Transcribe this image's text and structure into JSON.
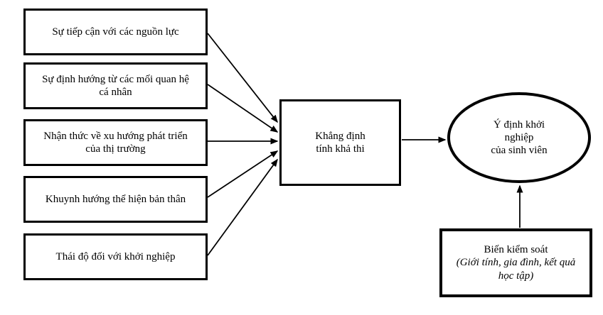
{
  "diagram": {
    "type": "research-model-flowchart",
    "nodes": {
      "resources": {
        "label": "Sự tiếp cận với các nguồn lực"
      },
      "relationships": {
        "label": [
          "Sự định hướng từ các mối quan hệ",
          "cá nhân"
        ]
      },
      "market_trends": {
        "label": [
          "Nhận thức về xu hướng phát triển",
          "của thị trường"
        ]
      },
      "self_expression": {
        "label": "Khuynh hướng thể hiện bản thân"
      },
      "attitude": {
        "label": "Thái độ đối với khởi nghiệp"
      },
      "feasibility": {
        "label": [
          "Khẳng định",
          "tính khả thi"
        ]
      },
      "intention": {
        "label": [
          "Ý định khởi",
          "nghiệp",
          "của sinh viên"
        ]
      },
      "control": {
        "title": "Biến kiểm soát",
        "subtitle": [
          "(Giới tính, gia đình, kết quả",
          "học tập)"
        ]
      }
    },
    "edges": [
      {
        "from": "resources",
        "to": "feasibility"
      },
      {
        "from": "relationships",
        "to": "feasibility"
      },
      {
        "from": "market_trends",
        "to": "feasibility"
      },
      {
        "from": "self_expression",
        "to": "feasibility"
      },
      {
        "from": "attitude",
        "to": "feasibility"
      },
      {
        "from": "feasibility",
        "to": "intention"
      },
      {
        "from": "control",
        "to": "intention"
      }
    ],
    "colors": {
      "stroke": "#000000",
      "background": "#ffffff"
    }
  }
}
